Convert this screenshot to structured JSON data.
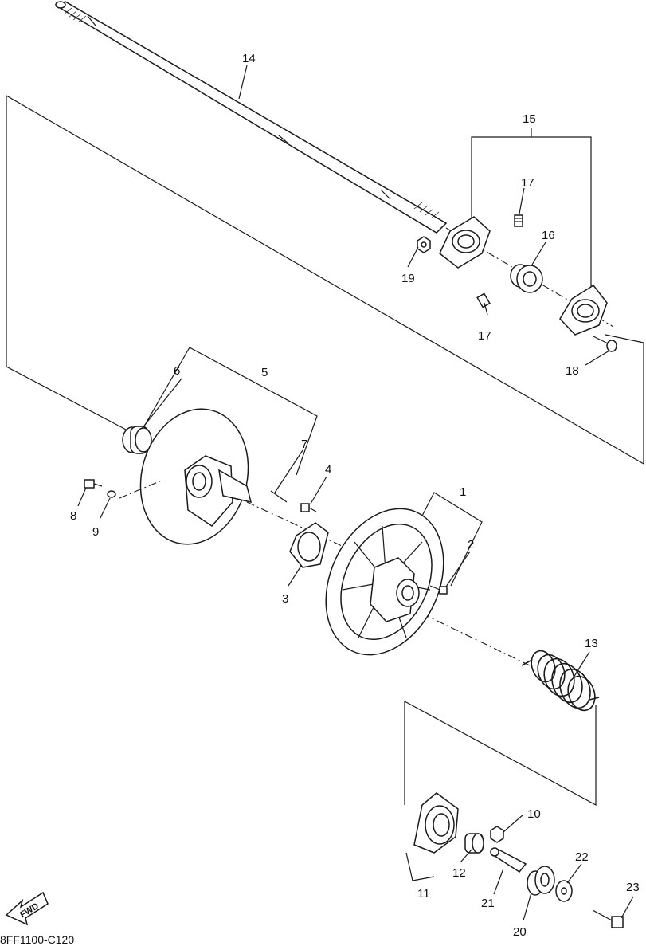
{
  "labels": {
    "p1": "1",
    "p2": "2",
    "p3": "3",
    "p4": "4",
    "p5": "5",
    "p6": "6",
    "p7": "7",
    "p8": "8",
    "p9": "9",
    "p10": "10",
    "p11": "11",
    "p12": "12",
    "p13": "13",
    "p14": "14",
    "p15": "15",
    "p16": "16",
    "p17a": "17",
    "p17b": "17",
    "p18": "18",
    "p19": "19",
    "p20": "20",
    "p21": "21",
    "p22": "22",
    "p23": "23"
  },
  "fwd_label": "FWD",
  "diagram_code": "8FF1100-C120",
  "colors": {
    "ink": "#1a1a1a",
    "background": "#ffffff"
  }
}
